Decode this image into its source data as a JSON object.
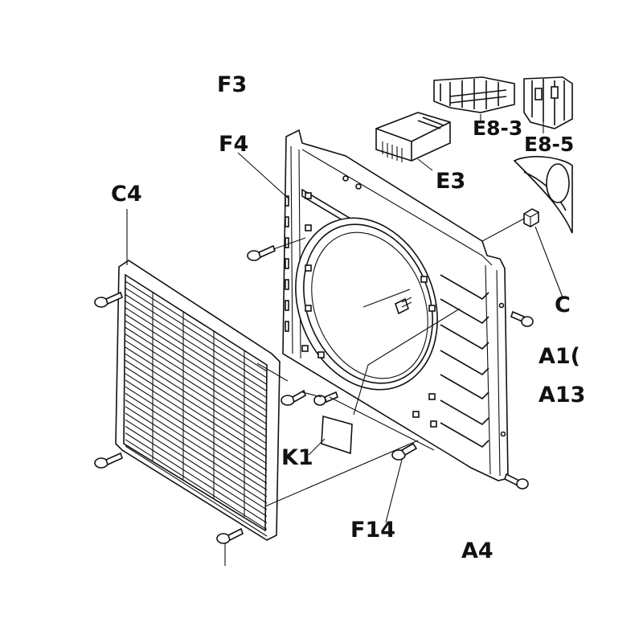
{
  "labels": {
    "f3": "F3",
    "f4": "F4",
    "c4": "C4",
    "e3": "E3",
    "e8_3": "E8-3",
    "e8_5": "E8-5",
    "c_right": "C",
    "a10": "A1(",
    "a13": "A13",
    "k1": "K1",
    "f14": "F14",
    "a4": "A4"
  }
}
